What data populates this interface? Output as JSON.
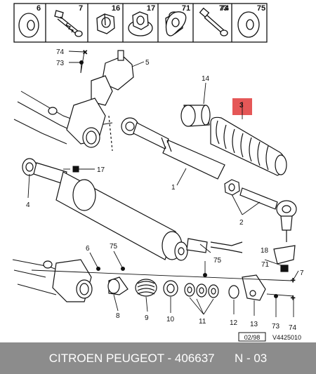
{
  "header_boxes": [
    {
      "label": "6",
      "icon": "washer-icon"
    },
    {
      "label": "7",
      "icon": "bolt-icon"
    },
    {
      "label": "16",
      "icon": "hex-nut-icon"
    },
    {
      "label": "17",
      "icon": "flange-nut-icon"
    },
    {
      "label": "71",
      "icon": "nylon-nut-icon"
    },
    {
      "label": "73",
      "icon": "clip-washer-icon"
    },
    {
      "label": "74",
      "icon": "long-bolt-icon"
    },
    {
      "label": "75",
      "icon": "flat-washer-icon"
    }
  ],
  "callouts": {
    "c74a": "74",
    "c73a": "73",
    "c5": "5",
    "c14": "14",
    "c3": "3",
    "c1": "1",
    "c17": "17",
    "c4": "4",
    "c2": "2",
    "c6": "6",
    "c75a": "75",
    "c75b": "75",
    "c18": "18",
    "c71": "71",
    "c7": "7",
    "c8": "8",
    "c9": "9",
    "c10": "10",
    "c11": "11",
    "c12": "12",
    "c13": "13",
    "c73b": "73",
    "c74b": "74"
  },
  "date_code": "02/98",
  "ref_code": "V4425010",
  "highlight_color": "#e03a3a",
  "footer": {
    "text": "CITROEN PEUGEOT - 406637      N - 03"
  }
}
